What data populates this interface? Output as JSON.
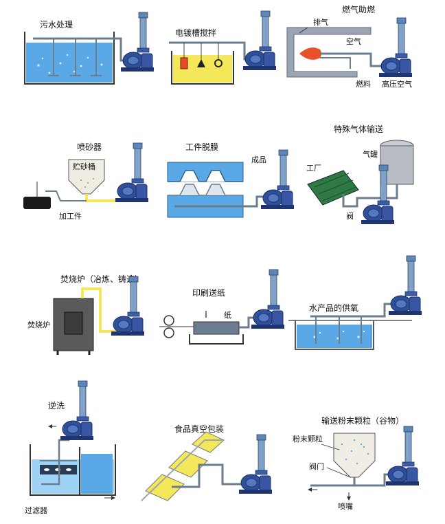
{
  "panels": {
    "sewage": {
      "title": "污水处理"
    },
    "plating": {
      "title": "电镀槽搅拌"
    },
    "combustion": {
      "title": "燃气助燃",
      "labels": {
        "exhaust": "排气",
        "air": "空气",
        "fuel": "燃料",
        "hp_air": "高压空气"
      }
    },
    "sandblast": {
      "title": "喷砂器",
      "labels": {
        "sand_tank": "贮砂桶",
        "workpiece": "加工件"
      }
    },
    "demold": {
      "title": "工件脱膜",
      "labels": {
        "product": "成品"
      }
    },
    "gas_transport": {
      "title": "特殊气体输送",
      "labels": {
        "tank": "气罐",
        "factory": "工厂",
        "valve": "阀"
      }
    },
    "incinerator": {
      "title": "焚烧炉（冶炼、铸造）",
      "labels": {
        "furnace": "焚烧炉"
      }
    },
    "printing": {
      "title": "印刷送纸",
      "labels": {
        "paper": "纸"
      }
    },
    "aquatic": {
      "title": "水产品的供氧"
    },
    "backwash": {
      "title": "逆洗",
      "labels": {
        "filter": "过滤器"
      }
    },
    "food_pack": {
      "title": "食品真空包装"
    },
    "powder": {
      "title": "输送粉末颗粒（谷物）",
      "labels": {
        "powder": "粉末颗粒",
        "valve": "阀门",
        "nozzle": "喷嘴"
      }
    }
  },
  "colors": {
    "water": "#5aa9e6",
    "water_light": "#9fd3f5",
    "blower": "#2e4f9a",
    "blower_dark": "#1f3570",
    "pipe": "#dfe5ec",
    "pipe_edge": "#6b7c8f",
    "yellow": "#f4e85a",
    "wall": "#9aa6b4",
    "flame": "#e8502a"
  },
  "icons": [
    "roots-blower-icon"
  ]
}
